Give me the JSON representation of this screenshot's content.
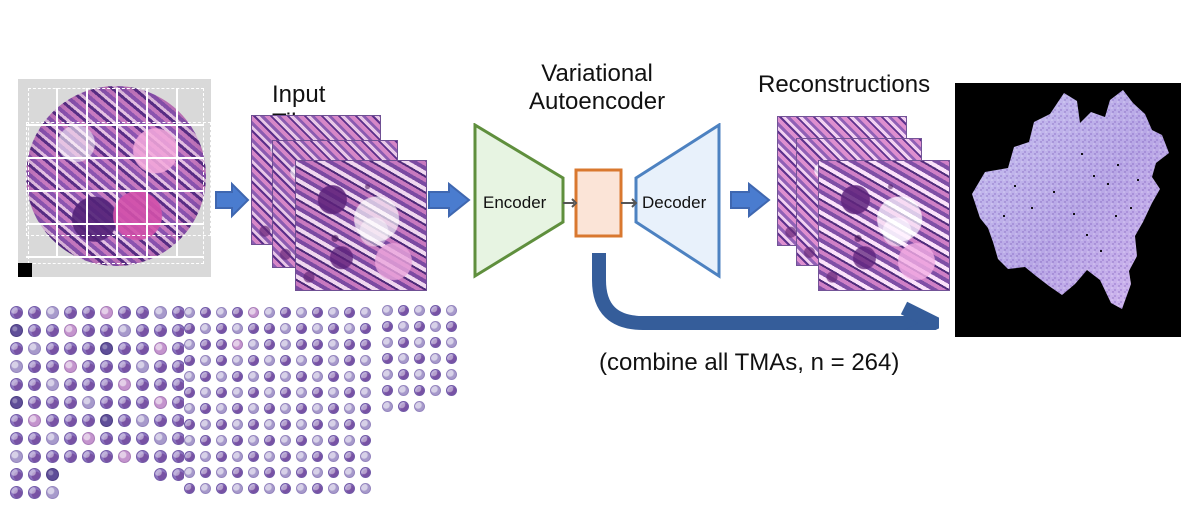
{
  "labels": {
    "input_tiles": "Input\nTiles",
    "vae": "Variational\nAutoencoder",
    "encoder": "Encoder",
    "decoder": "Decoder",
    "reconstructions": "Reconstructions",
    "combine_note": "(combine all TMAs, n = 264)"
  },
  "colors": {
    "arrow_fill": "#4a7ccf",
    "arrow_stroke": "#3f67b0",
    "big_arrow_stroke": "#355d9a",
    "encoder_fill": "#e7f4e2",
    "encoder_stroke": "#5f8f3d",
    "latent_fill": "#fbe4d7",
    "latent_stroke": "#d9782f",
    "decoder_fill": "#e8f1fb",
    "decoder_stroke": "#4d82c1"
  }
}
